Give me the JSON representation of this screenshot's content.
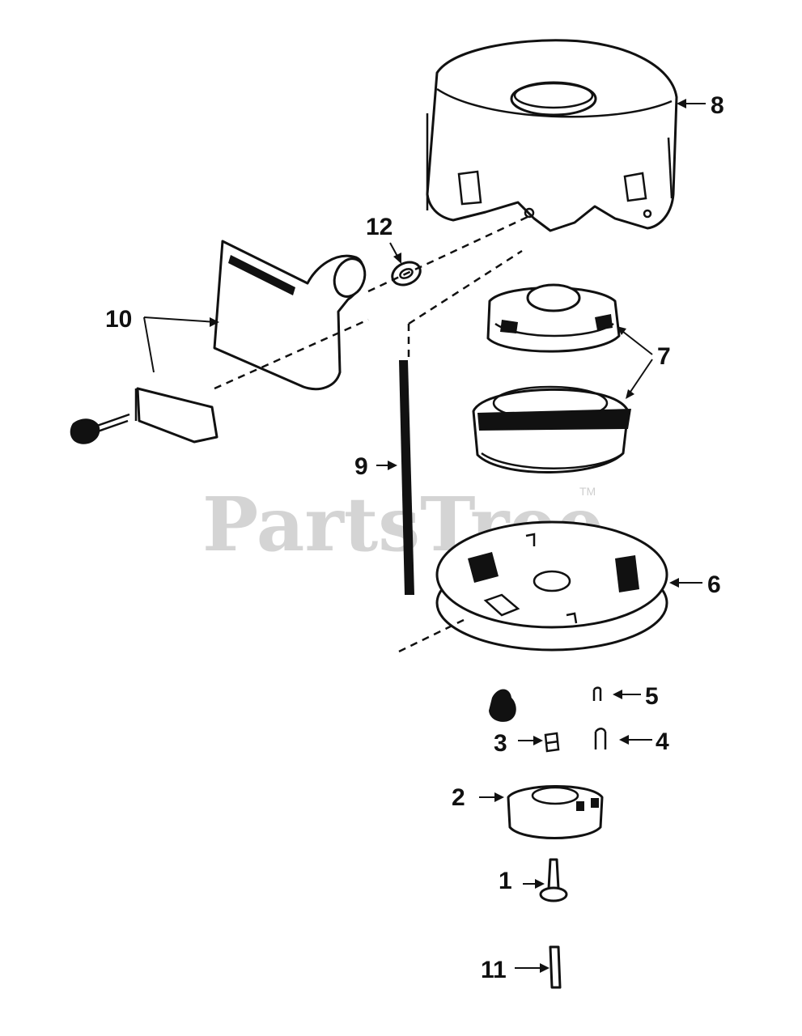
{
  "watermark": {
    "text": "PartsTree",
    "trademark": "TM"
  },
  "callouts": [
    {
      "id": "8",
      "label": "8",
      "part": "starter-housing"
    },
    {
      "id": "12",
      "label": "12",
      "part": "grommet"
    },
    {
      "id": "10",
      "label": "10",
      "part": "starter-handle"
    },
    {
      "id": "7",
      "label": "7",
      "part": "recoil-spring-and-keeper"
    },
    {
      "id": "9",
      "label": "9",
      "part": "starter-rope"
    },
    {
      "id": "6",
      "label": "6",
      "part": "pulley"
    },
    {
      "id": "5",
      "label": "5",
      "part": "spring"
    },
    {
      "id": "3",
      "label": "3",
      "part": "washer"
    },
    {
      "id": "4",
      "label": "4",
      "part": "dog"
    },
    {
      "id": "2",
      "label": "2",
      "part": "retainer"
    },
    {
      "id": "1",
      "label": "1",
      "part": "screw"
    },
    {
      "id": "11",
      "label": "11",
      "part": "pin"
    }
  ],
  "colors": {
    "ink": "#111111",
    "watermark": "#d4d4d4",
    "background": "#ffffff"
  }
}
